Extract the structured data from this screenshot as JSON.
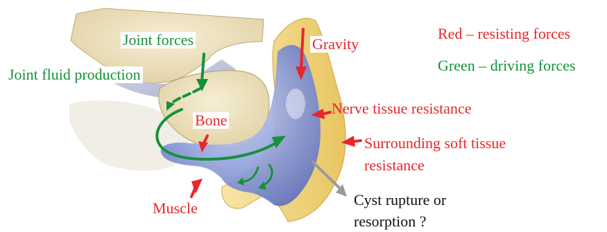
{
  "colors": {
    "resisting": "#e8262a",
    "driving": "#15913a",
    "neutral": "#111111",
    "arrow_gray": "#9a9a9a",
    "bone_fill": "#efe4c3",
    "cyst_fill": "#8fa0d8",
    "tissue_fill": "#f0d98a"
  },
  "legend": {
    "resisting": "Red – resisting forces",
    "driving": "Green – driving forces"
  },
  "labels": {
    "joint_forces": "Joint forces",
    "joint_fluid": "Joint fluid production",
    "gravity": "Gravity",
    "bone": "Bone",
    "nerve": "Nerve tissue resistance",
    "soft_tissue_1": "Surrounding soft tissue",
    "soft_tissue_2": "resistance",
    "muscle": "Muscle",
    "cyst_1": "Cyst rupture or",
    "cyst_2": "resorption ?"
  },
  "icons": {
    "resisting_arrow": "red-arrow-icon",
    "driving_arrow": "green-arrow-icon",
    "outcome_arrow": "gray-arrow-icon"
  }
}
